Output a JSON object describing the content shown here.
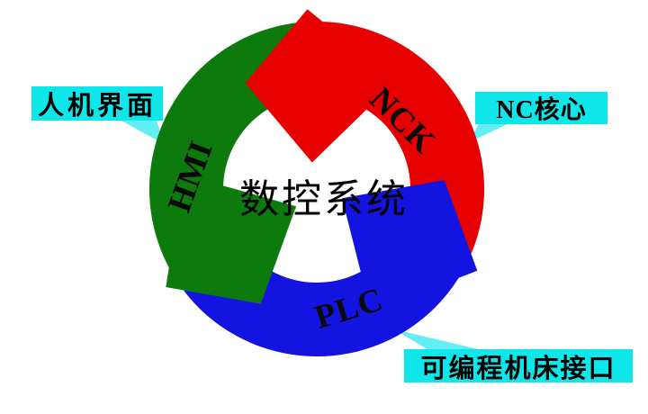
{
  "title": "数控系统",
  "arrows": [
    {
      "name": "NCK",
      "label": "NCK",
      "callout": "NC核心",
      "color": "#e60000"
    },
    {
      "name": "HMI",
      "label": "HMI",
      "callout": "人机界面",
      "color": "#0c7a0c"
    },
    {
      "name": "PLC",
      "label": "PLC",
      "callout": "可编程机床接口",
      "color": "#1414e0"
    }
  ],
  "colors": {
    "background": "#ffffff",
    "callout_box": "#0fe6ea",
    "callout_tail": "#62eef2",
    "text": "#000000"
  }
}
